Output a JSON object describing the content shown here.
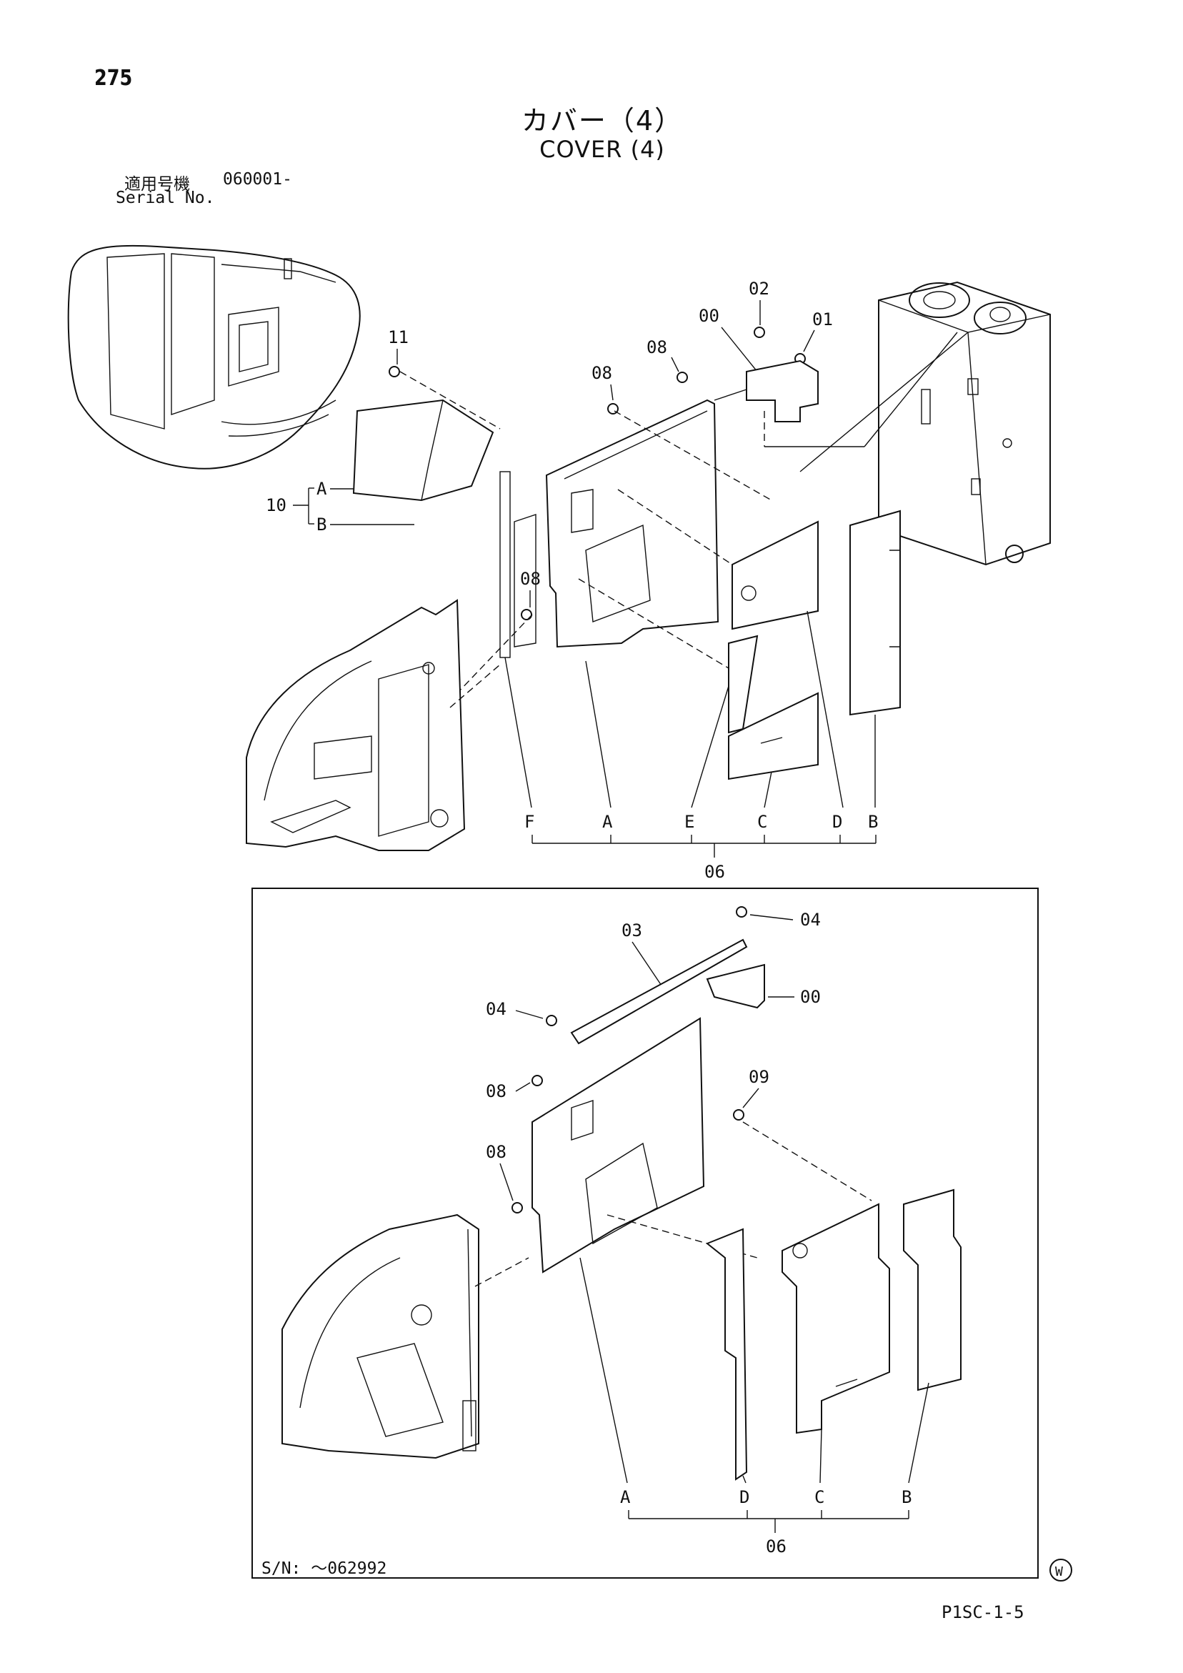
{
  "page_number": "275",
  "title_jp": "カバー（4）",
  "title_en": "COVER (4)",
  "serial": {
    "label_jp": "適用号機",
    "label_en": "Serial No.",
    "value": "060001-"
  },
  "callouts_top": {
    "c11": "11",
    "c10": "10",
    "cA": "A",
    "cB": "B",
    "c08a": "08",
    "c08b": "08",
    "c08c": "08",
    "c02": "02",
    "c00": "00",
    "c01": "01"
  },
  "letters_top": [
    "F",
    "A",
    "E",
    "C",
    "D",
    "B"
  ],
  "group_top": "06",
  "callouts_bottom": {
    "c03": "03",
    "c04a": "04",
    "c04b": "04",
    "c00": "00",
    "c08a": "08",
    "c08b": "08",
    "c09": "09"
  },
  "letters_bottom": [
    "A",
    "D",
    "C",
    "B"
  ],
  "group_bottom": "06",
  "sn_label": "S/N: ～062992",
  "watermark": "W",
  "drawing_code": "P1SC-1-5"
}
